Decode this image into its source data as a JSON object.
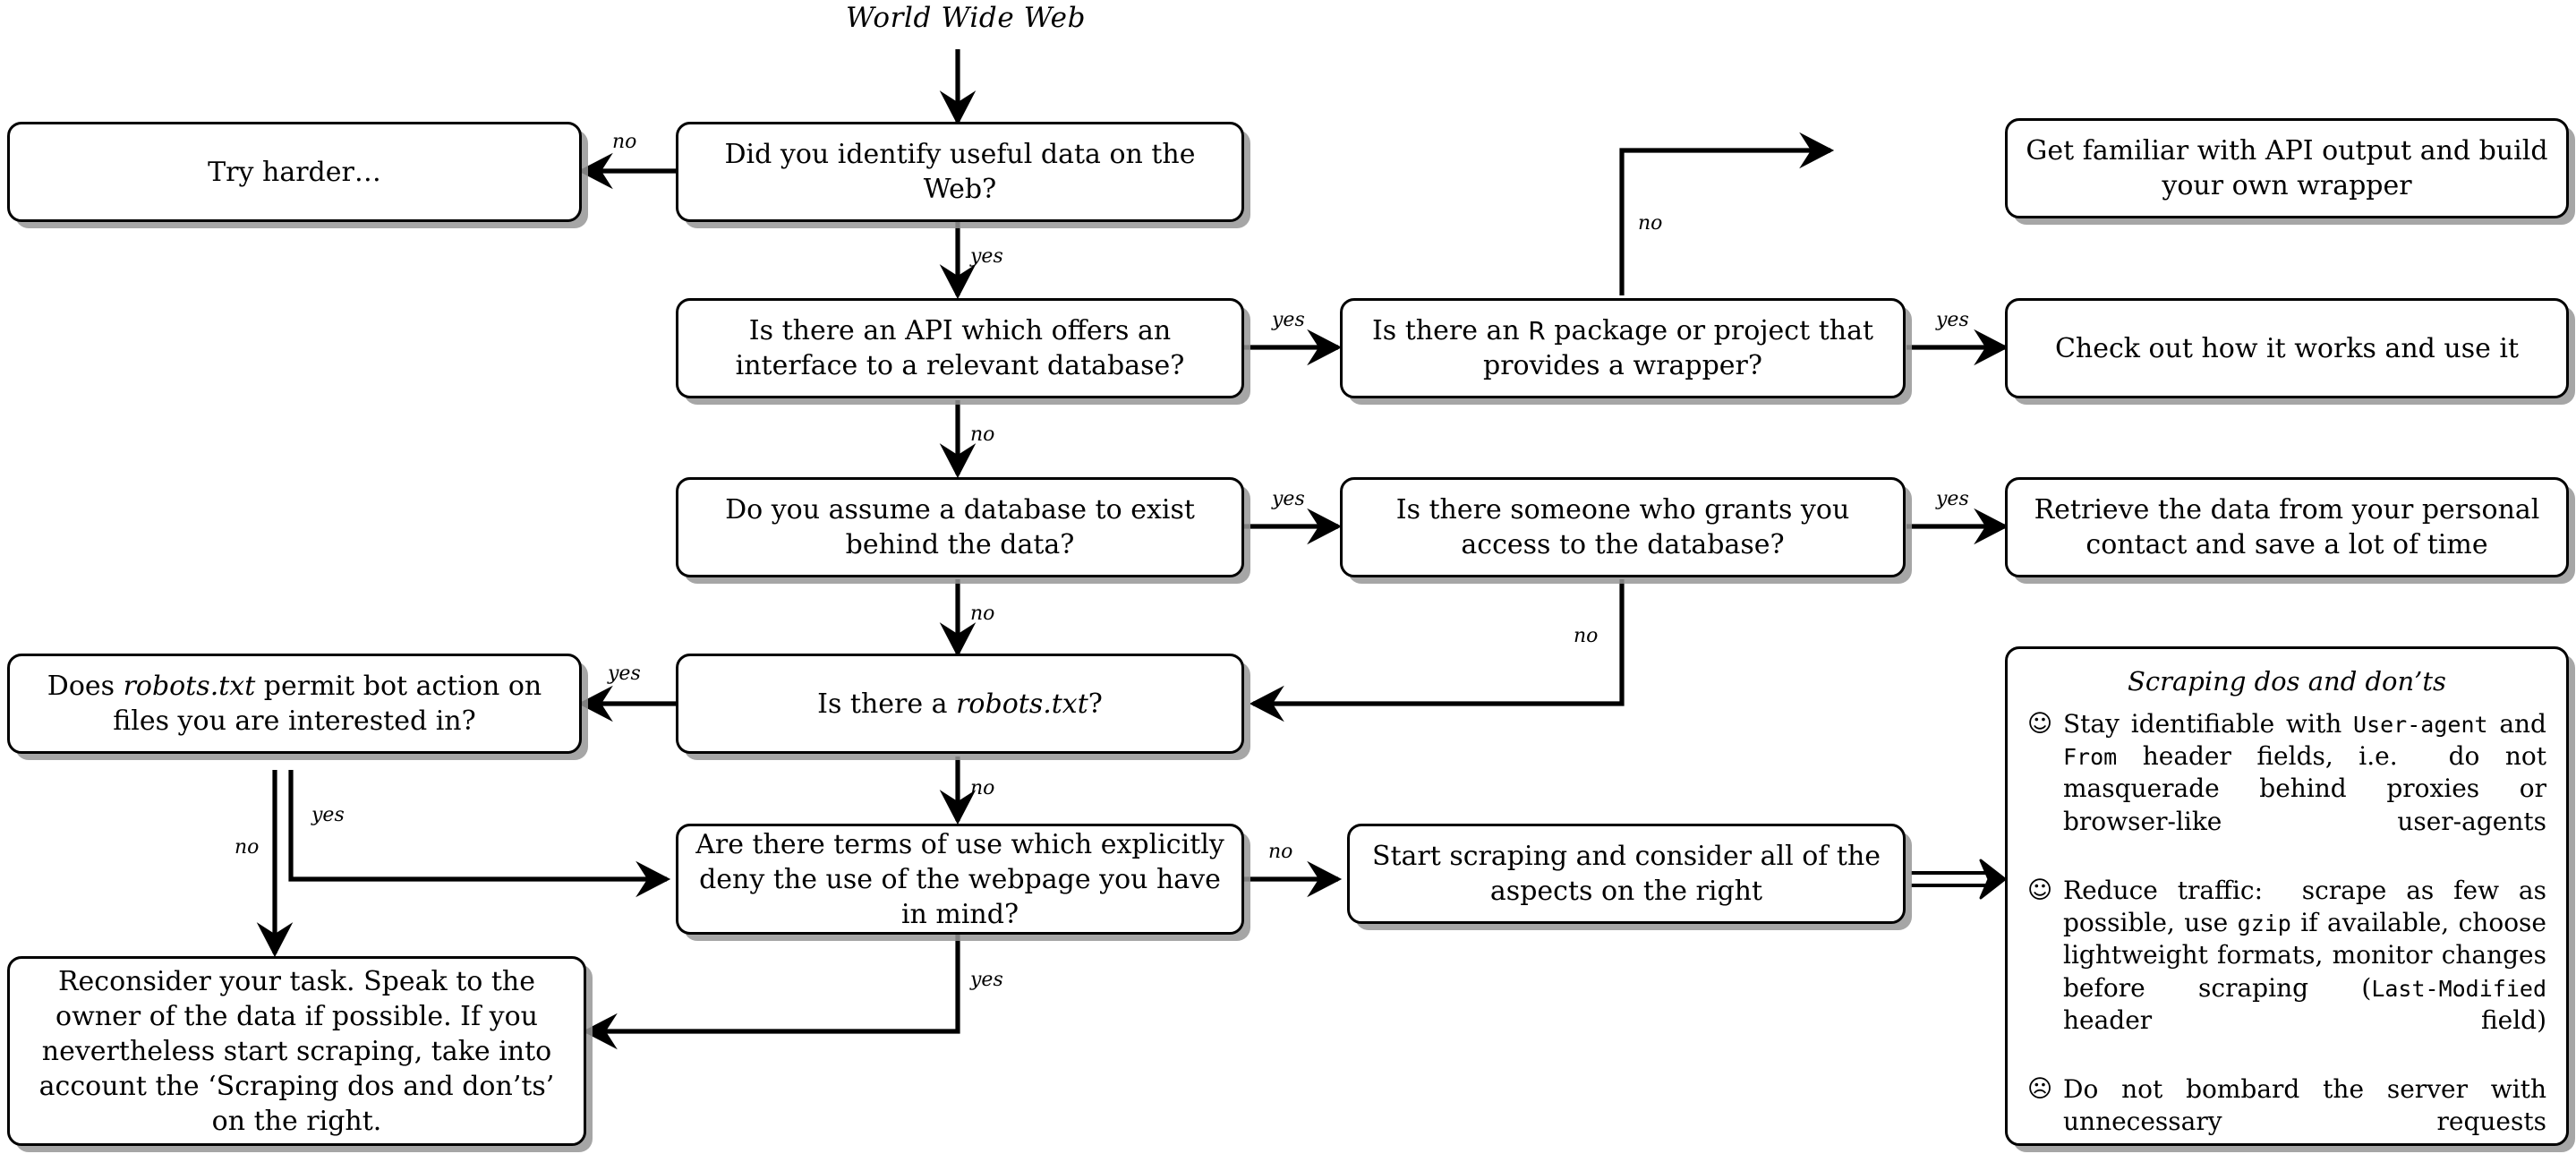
{
  "diagram": {
    "title": "World Wide Web",
    "nodes": {
      "try_harder": "Try harder…",
      "identify_data": "Did you identify useful data on the Web?",
      "api_offers": "Is there an API which offers an interface to a relevant database?",
      "r_package": "Is there an R package or project that provides a wrapper?",
      "api_wrapper": "Get familiar with API output and build your own wrapper",
      "check_out": "Check out how it works and use it",
      "assume_db": "Do you assume a database to exist behind the data?",
      "someone_grants": "Is there someone who grants you access to the database?",
      "retrieve_contact": "Retrieve the data from your personal contact and save a lot of time",
      "robots_exists": "Is there a robots.txt?",
      "robots_permit": "Does robots.txt permit bot action on files you are interested in?",
      "terms_of_use": "Are there terms of use which explicitly deny the use of the webpage you have in mind?",
      "start_scraping": "Start scraping and consider all of the aspects on the right",
      "reconsider": "Reconsider your task. Speak to the owner of the data if possible. If you nevertheless start scraping, take into account the ‘Scraping dos and don’ts’ on the right."
    },
    "edge_labels": {
      "identify_no": "no",
      "identify_yes": "yes",
      "api_yes": "yes",
      "api_no": "no",
      "rpkg_no": "no",
      "rpkg_yes": "yes",
      "assume_yes": "yes",
      "assume_no": "no",
      "grants_yes": "yes",
      "grants_no": "no",
      "robots_yes": "yes",
      "robots_no": "no",
      "permit_no": "no",
      "permit_yes": "yes",
      "terms_no": "no",
      "terms_yes": "yes"
    },
    "panel": {
      "title": "Scraping dos and don’ts",
      "bullets": [
        {
          "icon": "☺",
          "icon_name": "smiling-face-icon",
          "text_parts": [
            {
              "t": "Stay identifiable with ",
              "style": "normal"
            },
            {
              "t": "User-agent",
              "style": "mono"
            },
            {
              "t": " and ",
              "style": "normal"
            },
            {
              "t": "From",
              "style": "mono"
            },
            {
              "t": " header fields, i.e.  do not masquerade behind proxies or browser-like user-agents",
              "style": "normal"
            }
          ]
        },
        {
          "icon": "☺",
          "icon_name": "smiling-face-icon",
          "text_parts": [
            {
              "t": "Reduce traffic:  scrape as few as possible, use ",
              "style": "normal"
            },
            {
              "t": "gzip",
              "style": "mono"
            },
            {
              "t": " if available, choose lightweight formats, monitor changes before scraping (",
              "style": "normal"
            },
            {
              "t": "Last-Modified",
              "style": "mono"
            },
            {
              "t": " header field)",
              "style": "normal"
            }
          ]
        },
        {
          "icon": "☹",
          "icon_name": "frowning-face-icon",
          "text_parts": [
            {
              "t": "Do not bombard the server with unnecessary requests",
              "style": "normal"
            }
          ]
        }
      ]
    },
    "colors": {
      "stroke": "#000000",
      "background": "#ffffff",
      "shadow": "#969696"
    }
  }
}
